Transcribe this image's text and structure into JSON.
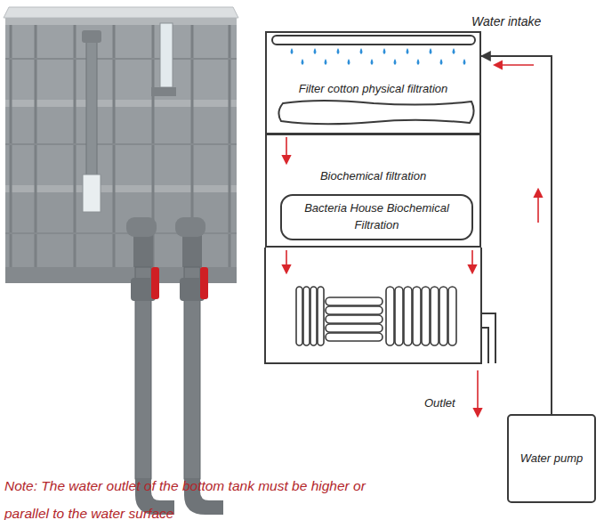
{
  "diagram": {
    "nodes": [
      {
        "text": [
          "Filter cotton physical filtration"
        ]
      },
      {
        "text": [
          "Biochemical filtration"
        ]
      },
      {
        "text": [
          "Bacteria House Biochemical Filtration"
        ],
        "in": 1
      },
      {
        "text": [
          "Water pump"
        ]
      }
    ],
    "edges": [
      {
        "from": 3,
        "to": 0,
        "arrow": "to"
      }
    ],
    "labels": [
      "Water intake",
      "Outlet",
      "Note: The water outlet of the bottom tank must be higher or parallel to the water surface"
    ]
  }
}
